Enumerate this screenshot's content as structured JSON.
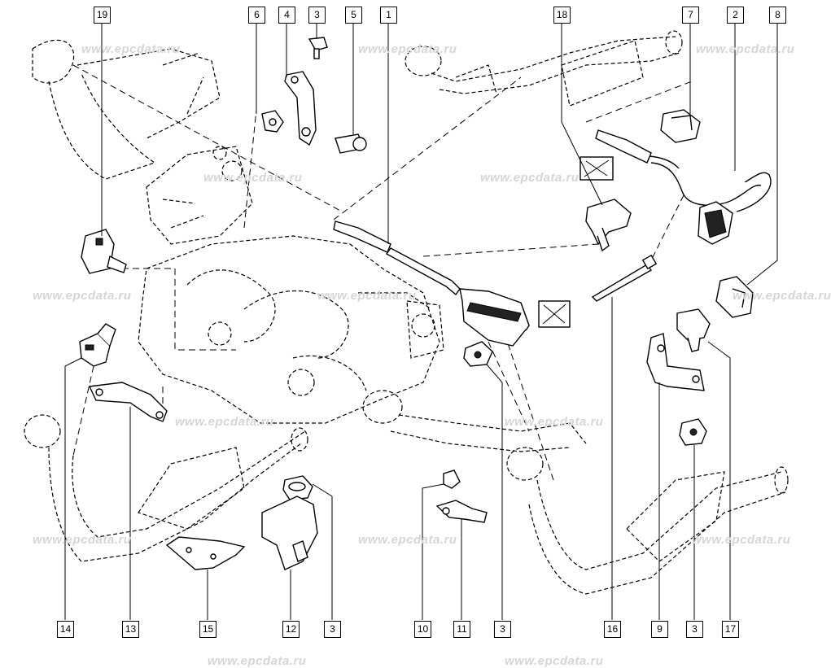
{
  "watermarks": {
    "w1": "www.epcdata.ru",
    "w2": "www.epcdata.ru",
    "w3": "www.epcdata.ru",
    "w4": "www.epcdata.ru",
    "w5": "www.epcdata.ru",
    "w6": "www.epcdata.ru",
    "w7": "www.epcdata.ru",
    "w8": "www.epcdata.ru",
    "w9": "www.epcdata.ru",
    "w10": "www.epcdata.ru",
    "w11": "www.epcdata.ru",
    "w12": "www.epcdata.ru",
    "w13": "www.epcdata.ru",
    "w14": "www.epcdata.ru",
    "w15": "www.epcdata.ru"
  },
  "callouts": {
    "top": {
      "c19": "19",
      "c6": "6",
      "c4": "4",
      "c3": "3",
      "c5": "5",
      "c1": "1",
      "c18": "18",
      "c7": "7",
      "c2": "2",
      "c8": "8"
    },
    "bottom": {
      "c14": "14",
      "c13": "13",
      "c15": "15",
      "c12": "12",
      "c3a": "3",
      "c10": "10",
      "c11": "11",
      "c3b": "3",
      "c16": "16",
      "c9": "9",
      "c3c": "3",
      "c17": "17"
    }
  },
  "colors": {
    "ink": "#000000",
    "watermark": "#d6d6d6",
    "background": "#ffffff"
  }
}
